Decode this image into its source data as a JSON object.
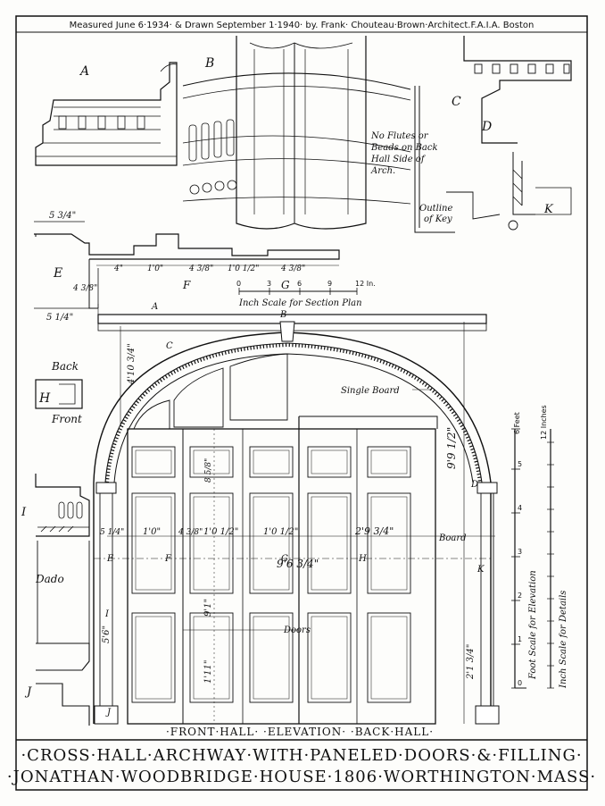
{
  "header": {
    "credit": "Measured June 6·1934· & Drawn September 1·1940· by. Frank· Chouteau·Brown·Architect.F.A.I.A. Boston"
  },
  "details": {
    "A": "A",
    "B": "B",
    "C": "C",
    "D": "D",
    "K": "K",
    "E": "E",
    "F": "F",
    "G": "G",
    "H": "H",
    "I": "I",
    "J": "J",
    "note_flutes": [
      "No Flutes or",
      "Beads on Back",
      "Hall Side of",
      "Arch."
    ],
    "outline_key": [
      "Outline",
      "of Key"
    ],
    "back": "Back",
    "front": "Front",
    "dado": "Dado",
    "single_board": "Single Board",
    "board": "Board",
    "doors": "Doors"
  },
  "plan": {
    "dims_top": [
      "5 3/4\"",
      "4\"",
      "1'0\"",
      "4 3/8\"",
      "1'0 1/2\"",
      "4 3/8\""
    ],
    "dims_left": [
      "4 3/8\"",
      "5 1/4\""
    ],
    "scale_ticks": [
      "0",
      "3",
      "6",
      "9",
      "12 In."
    ],
    "scale_label": "Inch Scale for Section Plan"
  },
  "elevation": {
    "dims": [
      "4'10 3/4\"",
      "9'9 1/2\"",
      "9'6 3/4\"",
      "2'9 3/4\"",
      "1'0\"",
      "1'0 1/2\"",
      "1'0 1/2\"",
      "5'6\"",
      "9'1\"",
      "1'11\"",
      "2'1 3/4\"",
      "4 3/8\"",
      "8 5/8\"",
      "5 1/4\""
    ],
    "foot_scale_label": "Foot Scale for Elevation",
    "inch_scale_label": "Inch Scale for Details",
    "foot_ticks": [
      "0",
      "1",
      "2",
      "3",
      "4",
      "5",
      "6 Feet"
    ],
    "inch_ticks": [
      "12 Inches"
    ]
  },
  "bottom_label": "·FRONT·HALL·   ·ELEVATION·   ·BACK·HALL·",
  "title": {
    "line1": "·CROSS·HALL·ARCHWAY·WITH·PANELED·DOORS·&·FILLING·",
    "line2": "·JONATHAN·WOODBRIDGE·HOUSE·1806·WORTHINGTON·MASS·"
  }
}
